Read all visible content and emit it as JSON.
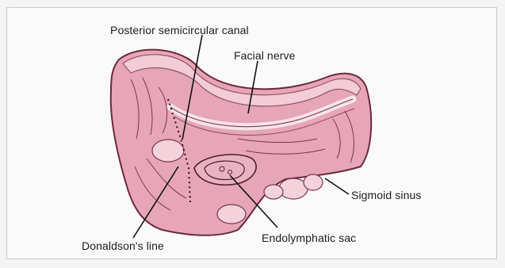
{
  "labels": {
    "posterior_canal": "Posterior semicircular canal",
    "facial_nerve": "Facial nerve",
    "sigmoid_sinus": "Sigmoid sinus",
    "endolymphatic_sac": "Endolymphatic sac",
    "donaldsons_line": "Donaldson's line"
  },
  "colors": {
    "bone_fill": "#e6a6b8",
    "bone_light": "#f4d2dc",
    "bone_outline": "#6b2a3e",
    "leader_line": "#111111",
    "background": "#fafafa"
  }
}
